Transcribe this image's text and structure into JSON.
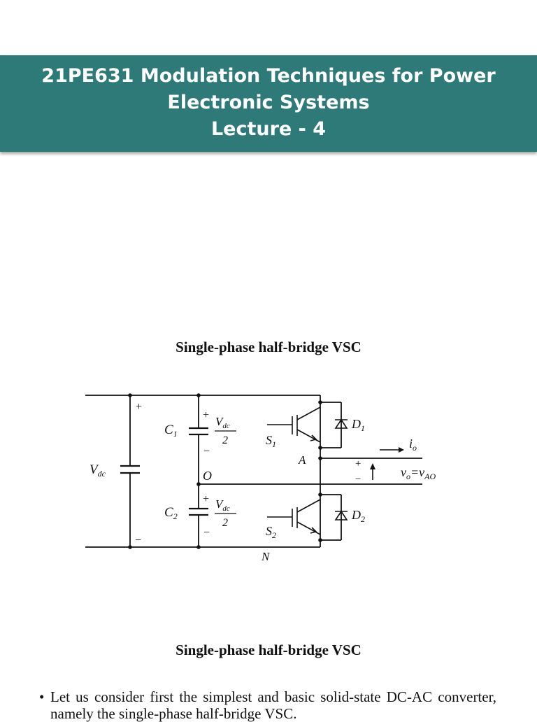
{
  "slide": {
    "title_line1": "21PE631 Modulation Techniques for Power",
    "title_line2": "Electronic  Systems",
    "title_line3": "Lecture - 4"
  },
  "figure": {
    "caption_top": "Single-phase half-bridge VSC",
    "caption_bottom": "Single-phase half-bridge VSC",
    "labels": {
      "vdc": "V",
      "vdc_sub": "dc",
      "plus": "+",
      "minus": "−",
      "c1": "C",
      "c1_sub": "1",
      "c2": "C",
      "c2_sub": "2",
      "half_num": "V",
      "half_num_sub": "dc",
      "half_den": "2",
      "o": "O",
      "a": "A",
      "n": "N",
      "s1": "S",
      "s1_sub": "1",
      "s2": "S",
      "s2_sub": "2",
      "d1": "D",
      "d1_sub": "1",
      "d2": "D",
      "d2_sub": "2",
      "io": "i",
      "io_sub": "o",
      "vo": "v",
      "vo_sub": "o",
      "eq": "=v",
      "vao_sub": "AO"
    }
  },
  "body": {
    "bullet_symbol": "•",
    "bullet_text": "Let us consider first the simplest and basic solid-state DC-AC converter, namely the single-phase half-bridge VSC."
  }
}
